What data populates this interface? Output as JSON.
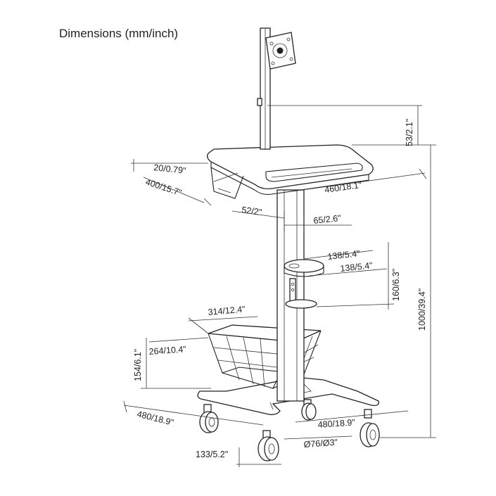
{
  "title": "Dimensions (mm/inch)",
  "dimensions": {
    "pole_top": "53/2.1\"",
    "tray_thickness": "20/0.79\"",
    "tray_depth": "400/15.7\"",
    "tray_width": "460/18.1\"",
    "post_offset": "52/2\"",
    "post_width": "65/2.6\"",
    "holder_width": "138/5.4\"",
    "holder_depth": "138/5.4\"",
    "holder_height": "160/6.3\"",
    "total_height": "1000/39.4\"",
    "basket_width": "314/12.4\"",
    "basket_depth": "264/10.4\"",
    "basket_height": "154/6.1\"",
    "base_depth": "480/18.9\"",
    "base_width": "480/18.9\"",
    "caster_offset": "133/5.2\"",
    "caster_diameter": "Ø76/Ø3\""
  }
}
